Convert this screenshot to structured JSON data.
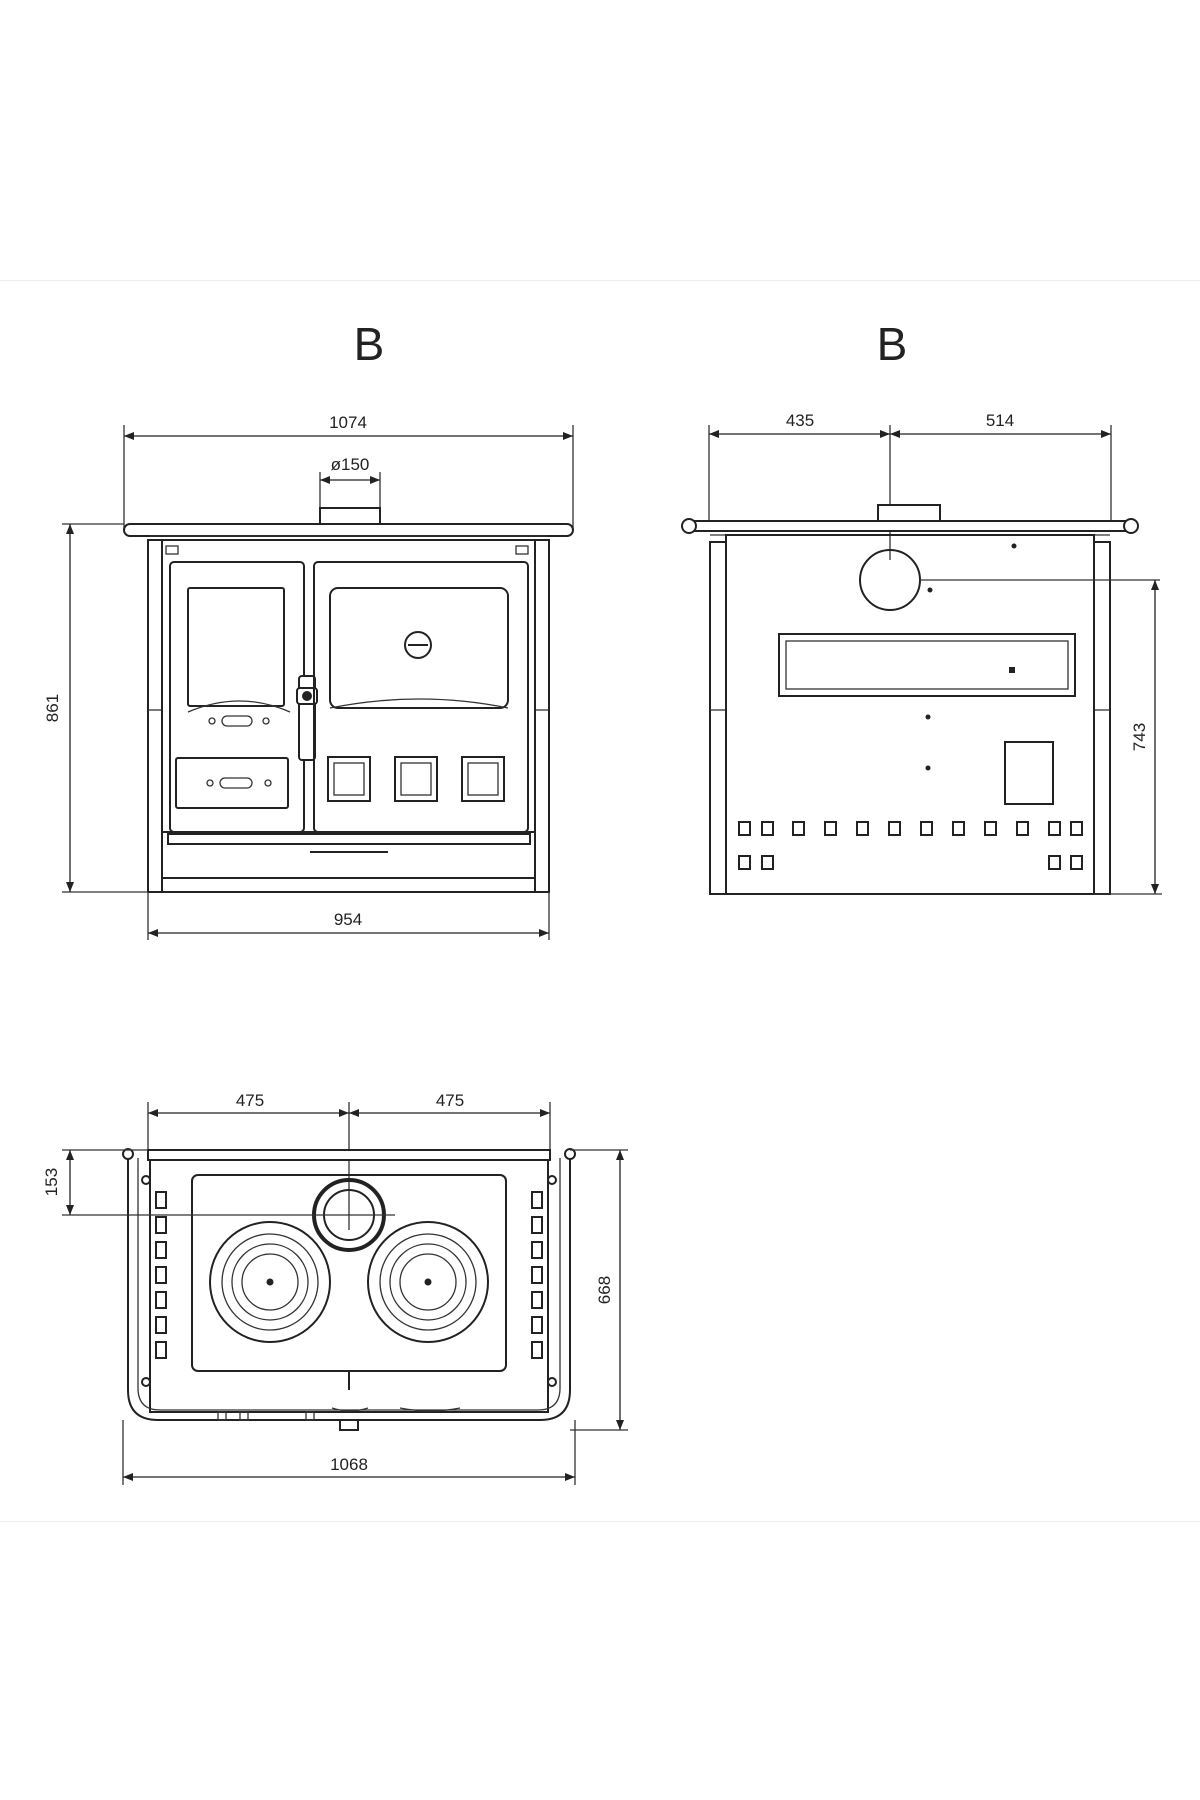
{
  "views": {
    "front": {
      "label": "B",
      "dim_width_top": "1074",
      "dim_flue": "ø150",
      "dim_height": "861",
      "dim_width_bottom": "954"
    },
    "rear": {
      "label": "B",
      "dim_left": "435",
      "dim_right": "514",
      "dim_height": "743"
    },
    "top": {
      "dim_left": "475",
      "dim_right": "475",
      "dim_depth_flue": "153",
      "dim_depth": "668",
      "dim_width": "1068"
    }
  },
  "colors": {
    "line": "#222222",
    "background": "#ffffff"
  }
}
